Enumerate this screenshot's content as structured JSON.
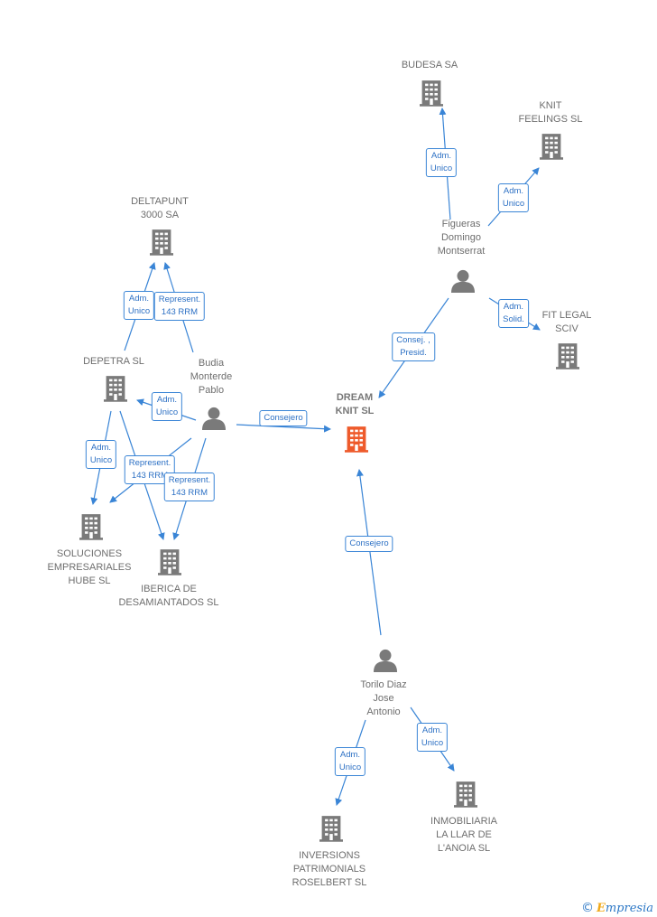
{
  "colors": {
    "edge": "#3a85d6",
    "building": "#7a7a7a",
    "focus_building": "#ee5a2b",
    "person": "#7a7a7a",
    "label_text": "#6e6e6e"
  },
  "nodes": {
    "budesa": {
      "label": "BUDESA SA",
      "type": "company"
    },
    "knit_feelings": {
      "label": "KNIT\nFEELINGS  SL",
      "type": "company"
    },
    "figueras": {
      "label": "Figueras\nDomingo\nMontserrat",
      "type": "person"
    },
    "fit_legal": {
      "label": "FIT LEGAL\nSCIV",
      "type": "company"
    },
    "deltapunt": {
      "label": "DELTAPUNT\n3000 SA",
      "type": "company"
    },
    "depetra": {
      "label": "DEPETRA  SL",
      "type": "company"
    },
    "budia": {
      "label": "Budia\nMonterde\nPablo",
      "type": "person"
    },
    "dream_knit": {
      "label": "DREAM\nKNIT  SL",
      "type": "company-focus"
    },
    "soluciones": {
      "label": "SOLUCIONES\nEMPRESARIALES\nHUBE  SL",
      "type": "company"
    },
    "iberica": {
      "label": "IBERICA DE\nDESAMIANTADOS SL",
      "type": "company"
    },
    "torilo": {
      "label": "Torilo Diaz\nJose\nAntonio",
      "type": "person"
    },
    "inversions": {
      "label": "INVERSIONS\nPATRIMONIALS\nROSELBERT SL",
      "type": "company"
    },
    "inmobiliaria": {
      "label": "INMOBILIARIA\nLA LLAR DE\nL'ANOIA SL",
      "type": "company"
    }
  },
  "edges": {
    "figueras_budesa": {
      "label": "Adm.\nUnico"
    },
    "figueras_knit": {
      "label": "Adm.\nUnico"
    },
    "figueras_fit": {
      "label": "Adm.\nSolid."
    },
    "figueras_dream": {
      "label": "Consej. ,\nPresid."
    },
    "depetra_deltapunt": {
      "label": "Adm.\nUnico"
    },
    "budia_deltapunt": {
      "label": "Represent.\n143 RRM"
    },
    "budia_depetra": {
      "label": "Adm.\nUnico"
    },
    "budia_dream": {
      "label": "Consejero"
    },
    "depetra_soluciones": {
      "label": "Adm.\nUnico"
    },
    "budia_soluciones": {
      "label": "Represent.\n143 RRM"
    },
    "budia_iberica": {
      "label": "Represent.\n143 RRM"
    },
    "torilo_dream": {
      "label": "Consejero"
    },
    "torilo_inversions": {
      "label": "Adm.\nUnico"
    },
    "torilo_inmobiliaria": {
      "label": "Adm.\nUnico"
    }
  },
  "brand": {
    "symbol": "©",
    "first_letter": "E",
    "rest": "mpresia"
  }
}
